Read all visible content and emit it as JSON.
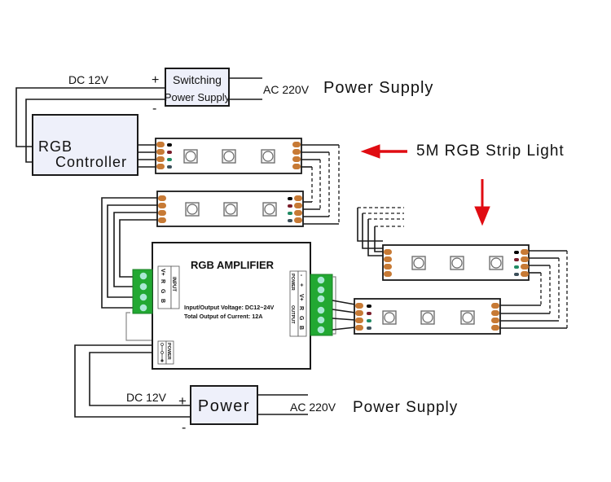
{
  "top_supply": {
    "box_label_line1": "Switching",
    "box_label_line2": "Power Supply",
    "dc_label": "DC 12V",
    "plus": "+",
    "minus": "-",
    "ac_label": "AC 220V",
    "supply_label": "Power Supply"
  },
  "controller": {
    "label_line1": "RGB",
    "label_line2": "Controller"
  },
  "strip_callout": {
    "label": "5M RGB Strip Light"
  },
  "amplifier": {
    "title": "RGB AMPLIFIER",
    "spec_line1": "Input/Output Voltage: DC12~24V",
    "spec_line2": "Total Output of Current: 12A",
    "input_header": "INPUT",
    "input_pins": [
      "V+",
      "R",
      "G",
      "B"
    ],
    "output_header": "OUTPUT",
    "output_pins": [
      "V+",
      "R",
      "G",
      "B"
    ],
    "power_header": "POWER",
    "power_pins": [
      "+",
      "-"
    ],
    "power_in_header": "POWER"
  },
  "bottom_supply": {
    "box_label": "Power",
    "dc_label": "DC 12V",
    "plus": "+",
    "minus": "-",
    "ac_label": "AC 220V",
    "supply_label": "Power Supply"
  },
  "colors": {
    "arrow": "#e00c12",
    "terminal_green": "#22a832",
    "pad_copper": "#c77a35",
    "box_fill": "#eef0fa",
    "wire_black": "#000000",
    "wire_red": "#7a1c2a",
    "wire_green": "#1f8a63",
    "wire_blue": "#3b4f5a"
  }
}
